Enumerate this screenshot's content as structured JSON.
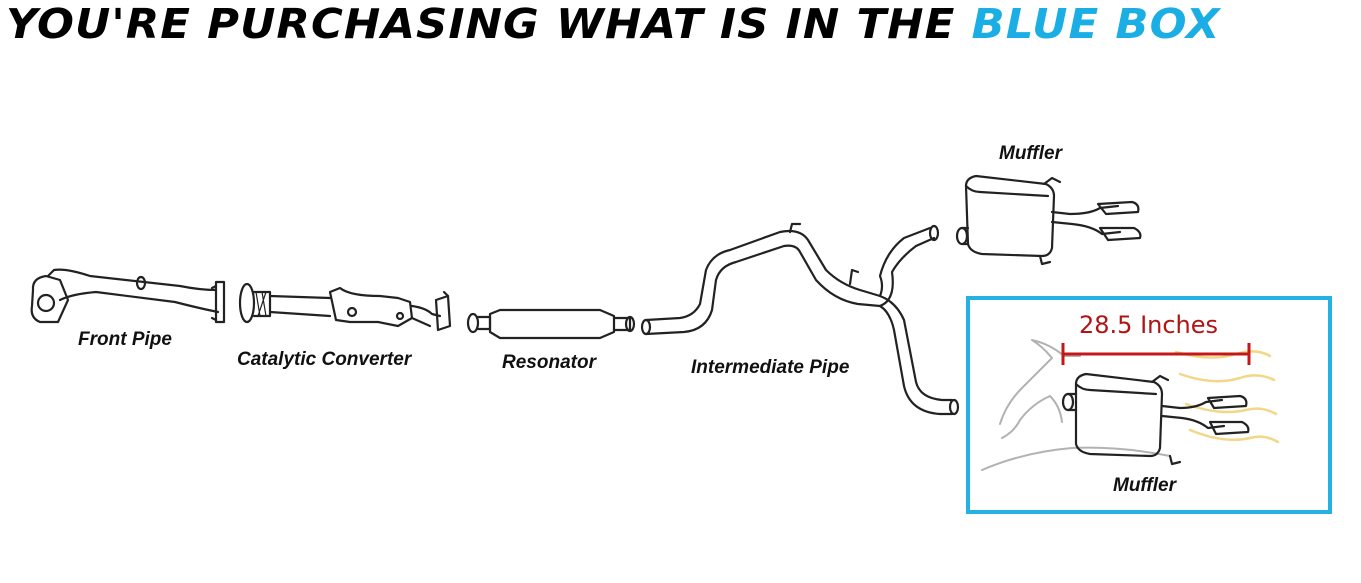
{
  "banner": {
    "text_black": "YOU'RE PURCHASING WHAT IS IN THE ",
    "text_blue": "BLUE BOX"
  },
  "colors": {
    "highlight_blue": "#1aaee5",
    "box_border": "#26b1e3",
    "dimension_red": "#b11414"
  },
  "parts": {
    "front_pipe": "Front Pipe",
    "catalytic_converter": "Catalytic Converter",
    "resonator": "Resonator",
    "intermediate_pipe": "Intermediate Pipe",
    "muffler_top": "Muffler"
  },
  "purchase_box": {
    "dimension": "28.5 Inches",
    "muffler_label": "Muffler"
  }
}
